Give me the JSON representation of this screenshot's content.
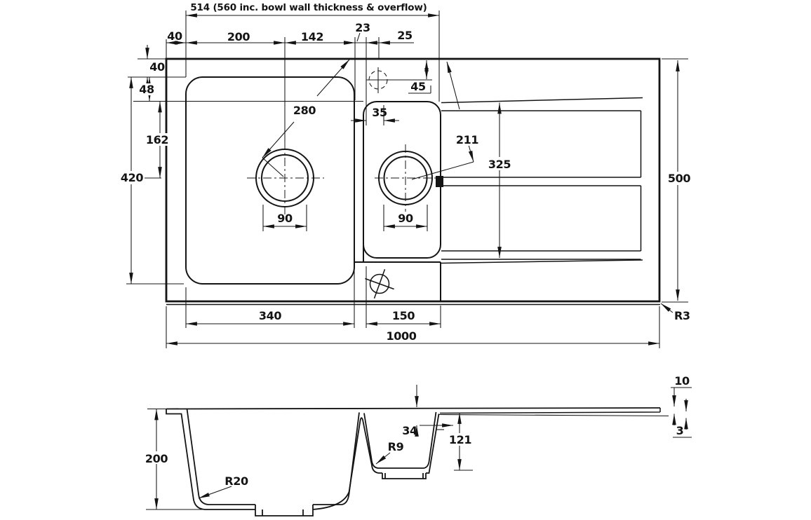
{
  "drawing": {
    "title": "514 (560 inc. bowl wall thickness & overflow)",
    "plan": {
      "top40": "40",
      "top200": "200",
      "top142": "142",
      "top23": "23",
      "top25": "25",
      "tap45": "45",
      "tap35": "35",
      "lead280": "280",
      "lead211": "211",
      "drainer325": "325",
      "left40": "40",
      "left48": "48",
      "left162": "162",
      "left420": "420",
      "main90": "90",
      "small90": "90",
      "right500": "500",
      "cornerR3": "R3",
      "bottom340": "340",
      "bottom150": "150",
      "bottom1000": "1000"
    },
    "section": {
      "depth200": "200",
      "radR20": "R20",
      "radR9": "R9",
      "dim34": "34",
      "dim121": "121",
      "dim10": "10",
      "dim3": "3"
    },
    "colors": {
      "line": "#141414",
      "background": "#ffffff"
    }
  }
}
